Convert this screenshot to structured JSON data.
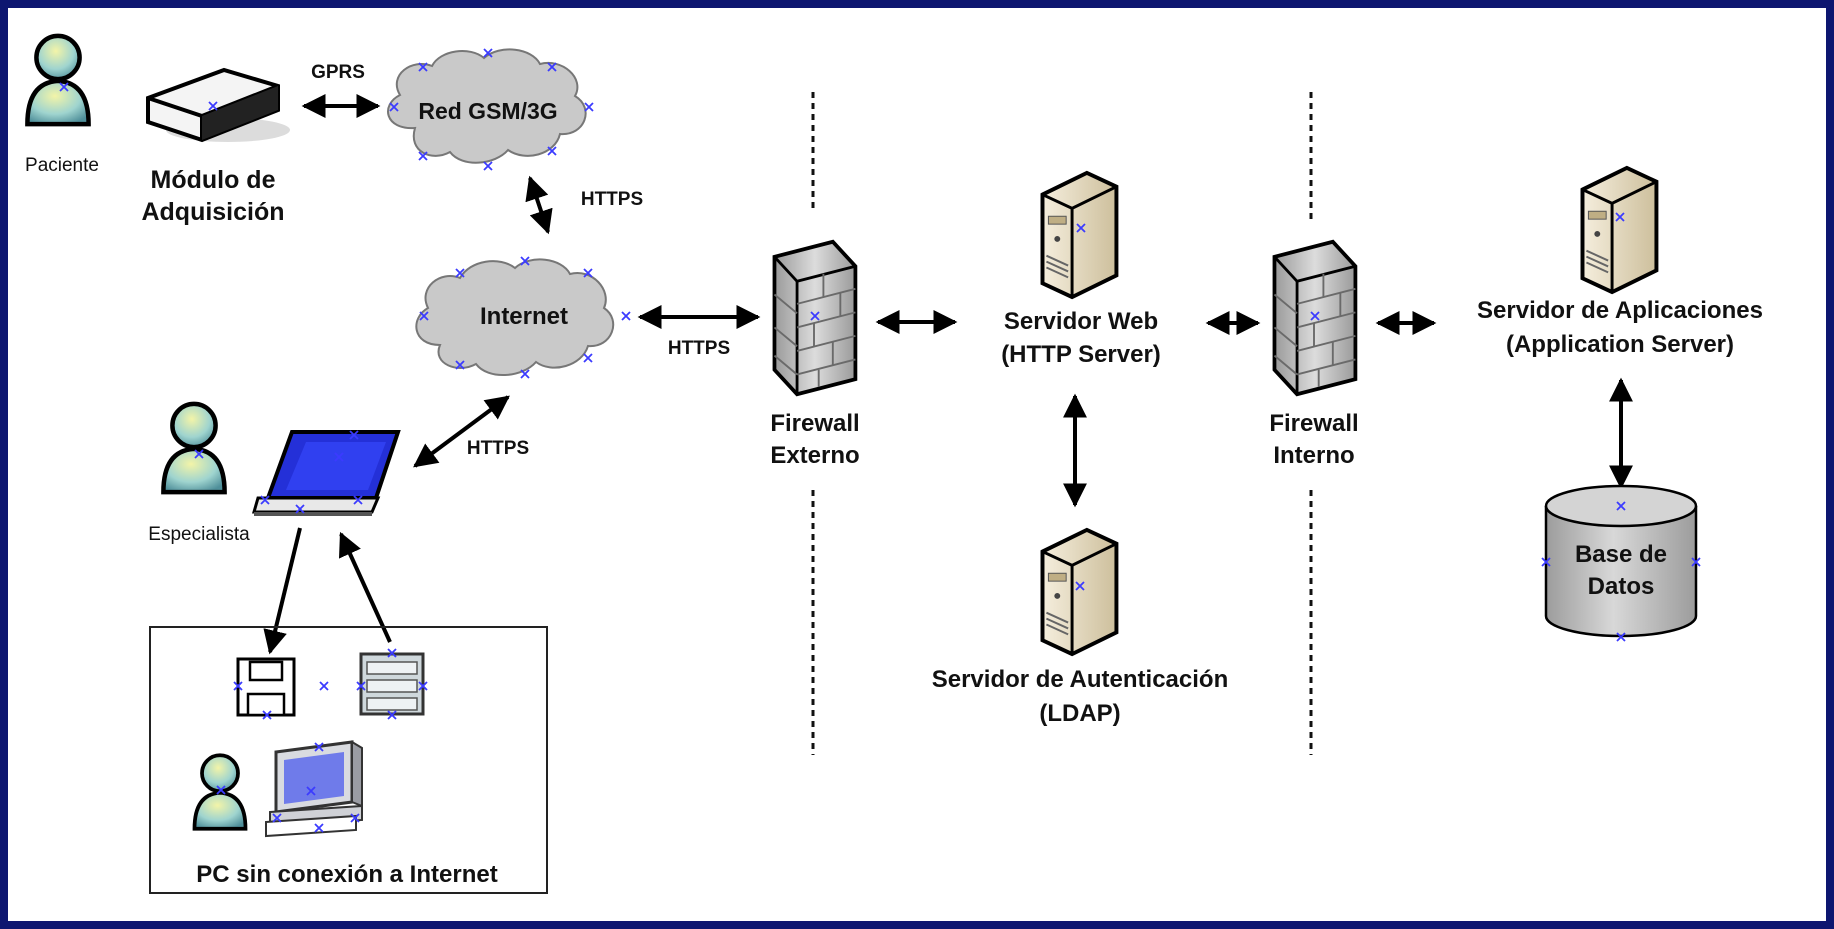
{
  "labels": {
    "paciente": "Paciente",
    "modulo_line1": "Módulo de",
    "modulo_line2": "Adquisición",
    "red_gsm": "Red GSM/3G",
    "gprs": "GPRS",
    "https_gsm": "HTTPS",
    "internet": "Internet",
    "https_internet": "HTTPS",
    "https_laptop": "HTTPS",
    "especialista": "Especialista",
    "fw_ext_line1": "Firewall",
    "fw_ext_line2": "Externo",
    "web_line1": "Servidor Web",
    "web_line2": "(HTTP Server)",
    "fw_int_line1": "Firewall",
    "fw_int_line2": "Interno",
    "app_line1": "Servidor de Aplicaciones",
    "app_line2": "(Application Server)",
    "db_line1": "Base de",
    "db_line2": "Datos",
    "auth_line1": "Servidor de Autenticación",
    "auth_line2": "(LDAP)",
    "pc_offline": "PC sin conexión a Internet"
  },
  "colors": {
    "border": "#0d1670",
    "cloud": "#c9c9c9",
    "server": "#e6dcc2",
    "firewall": "#c7c7c7",
    "database": "#b9b9b9",
    "user": "#9fd4cf",
    "screen": "#2430d8"
  }
}
